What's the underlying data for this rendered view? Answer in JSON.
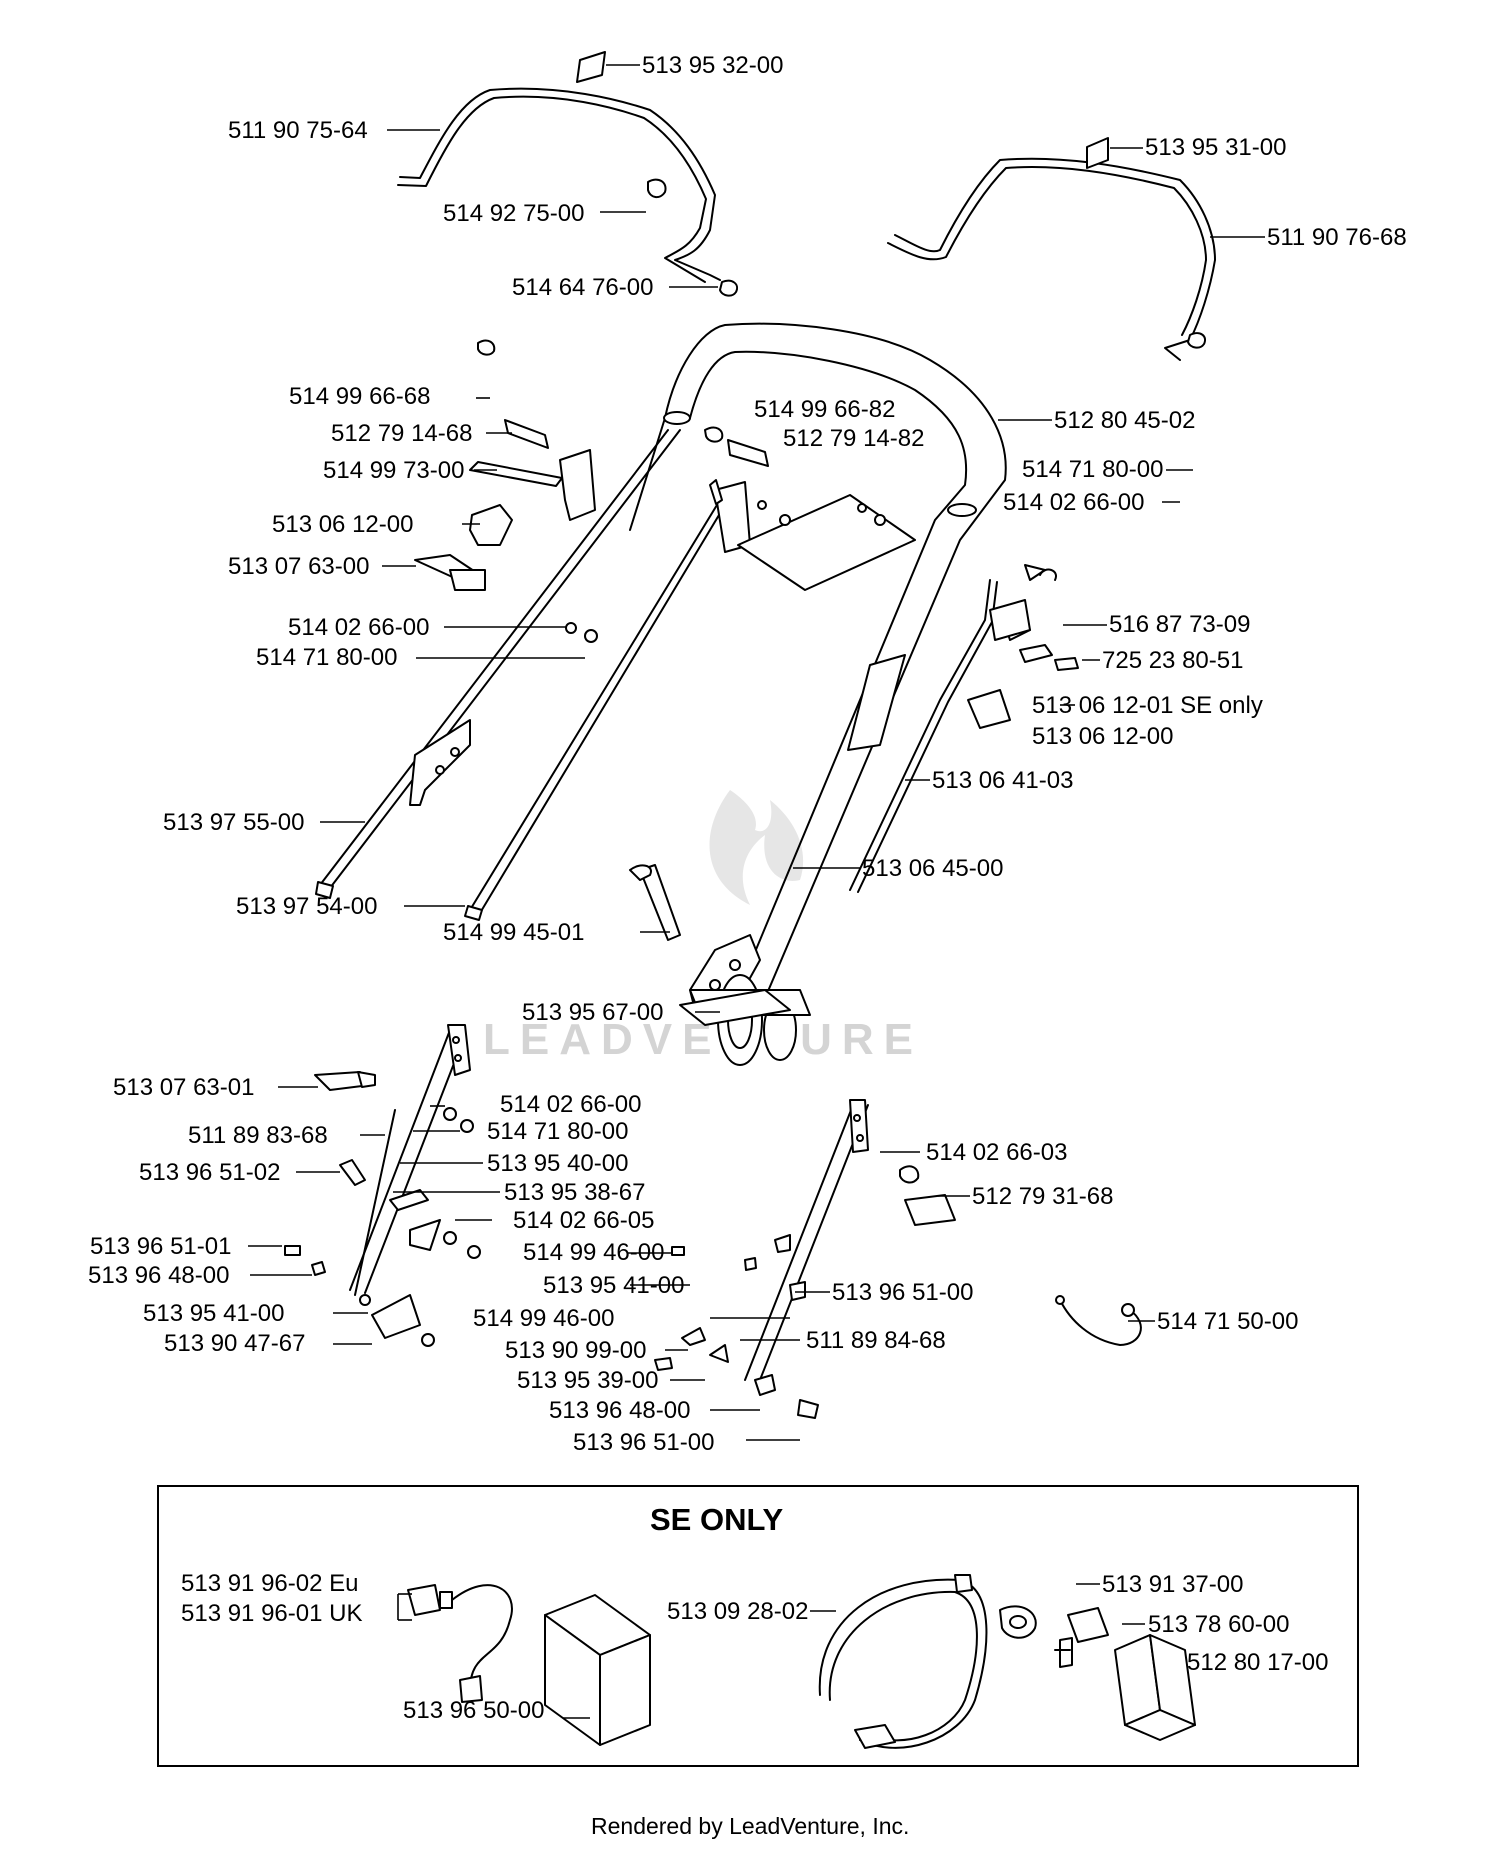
{
  "labels": [
    "513 95 32-00",
    "511 90 75-64",
    "514 92 75-00",
    "514 64 76-00",
    "513 95 31-00",
    "511 90 76-68",
    "514 99 66-68",
    "512 79 14-68",
    "514 99 73-00",
    "513 06 12-00",
    "513 07 63-00",
    "514 02 66-00",
    "514 71 80-00",
    "514 99 66-82",
    "512 79 14-82",
    "512 80 45-02",
    "514 71 80-00",
    "514 02 66-00",
    "516 87 73-09",
    "725 23 80-51",
    "513 06 12-01  SE only",
    "513 06 12-00",
    "513 06 41-03",
    "513 06 45-00",
    "513 97 55-00",
    "513 97 54-00",
    "514 99 45-01",
    "513 95 67-00",
    "513 07 63-01",
    "514 02 66-00",
    "514 71 80-00",
    "511 89 83-68",
    "513 96 51-02",
    "513 95 40-00",
    "513 95 38-67",
    "514 02 66-05",
    "513 96 51-01",
    "514 99 46-00",
    "513 96 48-00",
    "513 95 41-00",
    "513 95 41-00",
    "513 90 47-67",
    "514 99 46-00",
    "513 90 99-00",
    "513 95 39-00",
    "513 96 48-00",
    "513 96 51-00",
    "514 02 66-03",
    "512 79 31-68",
    "513 96 51-00",
    "511 89 84-68",
    "514 71 50-00",
    "513 91 96-02 Eu",
    "513 91 96-01 UK",
    "513 96 50-00",
    "513 09 28-02",
    "513 91 37-00",
    "513 78 60-00",
    "512 80 17-00"
  ],
  "se_box_title": "SE ONLY",
  "watermark": "LEADVENTURE",
  "footer": "Rendered by LeadVenture, Inc."
}
